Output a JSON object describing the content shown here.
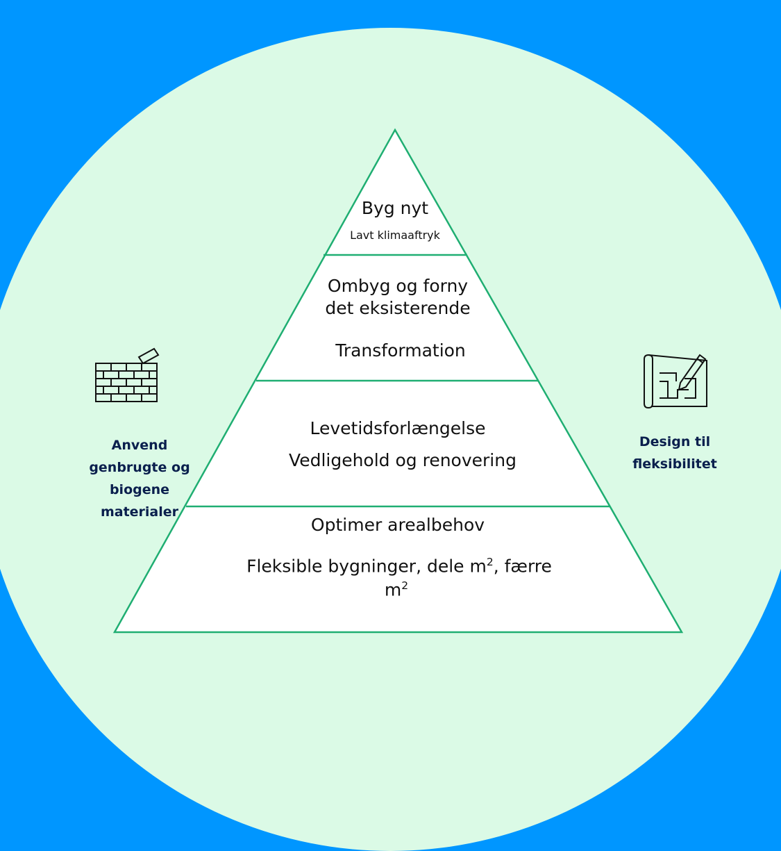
{
  "pyramid": {
    "level1": {
      "title": "Byg nyt",
      "subtitle": "Lavt klimaaftryk"
    },
    "level2": {
      "line1": "Ombyg og forny",
      "line2": "det eksisterende",
      "line3": "Transformation"
    },
    "level3": {
      "line1": "Levetidsforlængelse",
      "line2": "Vedligehold og renovering"
    },
    "level4": {
      "line1": "Optimer arealbehov",
      "line2a": "Fleksible bygninger, dele m",
      "sup1": "2",
      "line2b": ", færre",
      "line3": "m",
      "sup2": "2"
    }
  },
  "left_label": {
    "line1": "Anvend",
    "line2": "genbrugte og",
    "line3": "biogene",
    "line4": "materialer"
  },
  "right_label": {
    "line1": "Design til",
    "line2": "fleksibilitet"
  },
  "icons": {
    "left": "brick-wall-icon",
    "right": "blueprint-pencil-icon"
  },
  "colors": {
    "background": "#0096ff",
    "circle": "#dbfae6",
    "pyramid_stroke": "#1fae72",
    "label": "#0a1f4d"
  }
}
